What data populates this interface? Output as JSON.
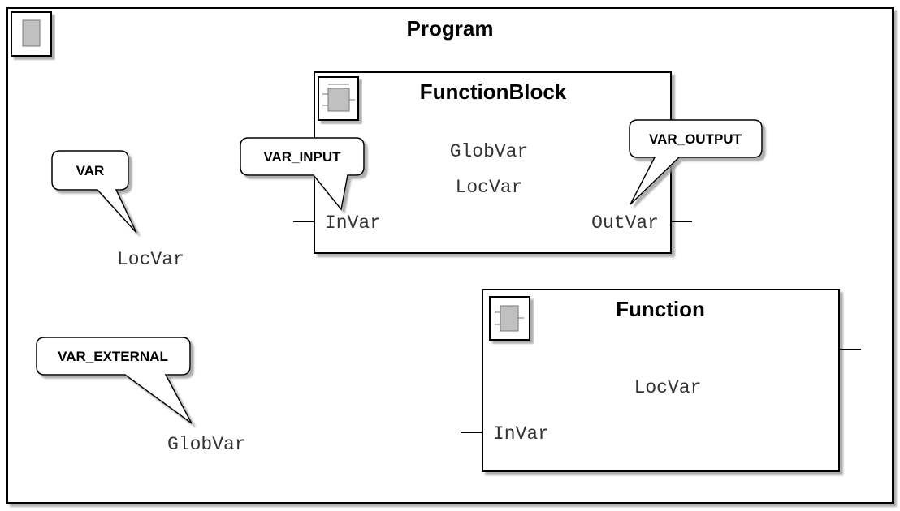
{
  "program": {
    "title": "Program",
    "loc_var": "LocVar",
    "glob_var": "GlobVar"
  },
  "function_block": {
    "title": "FunctionBlock",
    "glob_var": "GlobVar",
    "loc_var": "LocVar",
    "in_var": "InVar",
    "out_var": "OutVar"
  },
  "function": {
    "title": "Function",
    "loc_var": "LocVar",
    "in_var": "InVar"
  },
  "callouts": {
    "var": "VAR",
    "var_input": "VAR_INPUT",
    "var_output": "VAR_OUTPUT",
    "var_external": "VAR_EXTERNAL"
  },
  "icons": {
    "program": "program-icon",
    "function_block": "function-block-icon",
    "function": "function-icon"
  },
  "colors": {
    "icon_fill": "#c0c0c0",
    "shadow": "#9a9a9a",
    "text": "#333333"
  }
}
